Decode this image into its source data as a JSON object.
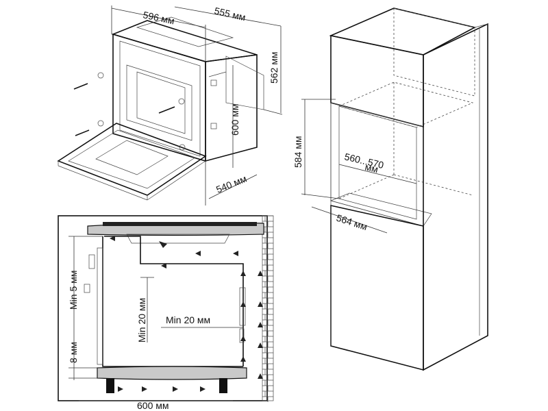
{
  "oven_dimensions": {
    "width": "596 мм",
    "depth": "555 мм",
    "height": "562 мм",
    "front_height": "600 мм",
    "inner_depth": "540 мм"
  },
  "cabinet_dimensions": {
    "niche_height": "584 мм",
    "niche_width_line1": "560...570",
    "niche_width_line2": "мм",
    "niche_depth": "564 мм"
  },
  "installation": {
    "clearance_side": "Min 5 мм",
    "clearance_back": "Min 20 мм",
    "clearance_rear": "Min 20 мм",
    "bottom_gap": "8 мм",
    "width_label": "600 мм"
  }
}
